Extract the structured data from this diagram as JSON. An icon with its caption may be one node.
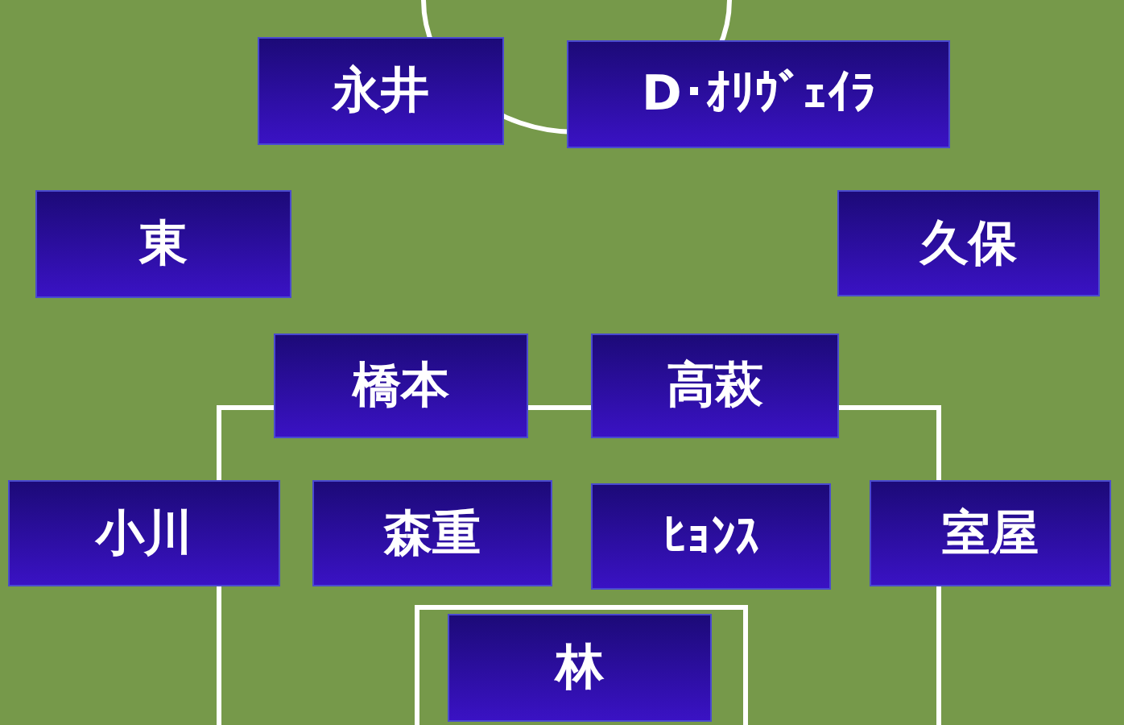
{
  "diagram": {
    "nodes": [
      {
        "text": [
          "永井"
        ]
      },
      {
        "text": [
          "D･ｵﾘｳﾞｪｲﾗ"
        ]
      },
      {
        "text": [
          "東"
        ]
      },
      {
        "text": [
          "久保"
        ]
      },
      {
        "text": [
          "橋本"
        ]
      },
      {
        "text": [
          "高萩"
        ]
      },
      {
        "text": [
          "小川"
        ]
      },
      {
        "text": [
          "森重"
        ]
      },
      {
        "text": [
          "ﾋｮﾝｽ"
        ]
      },
      {
        "text": [
          "室屋"
        ]
      },
      {
        "text": [
          "林"
        ]
      }
    ]
  }
}
